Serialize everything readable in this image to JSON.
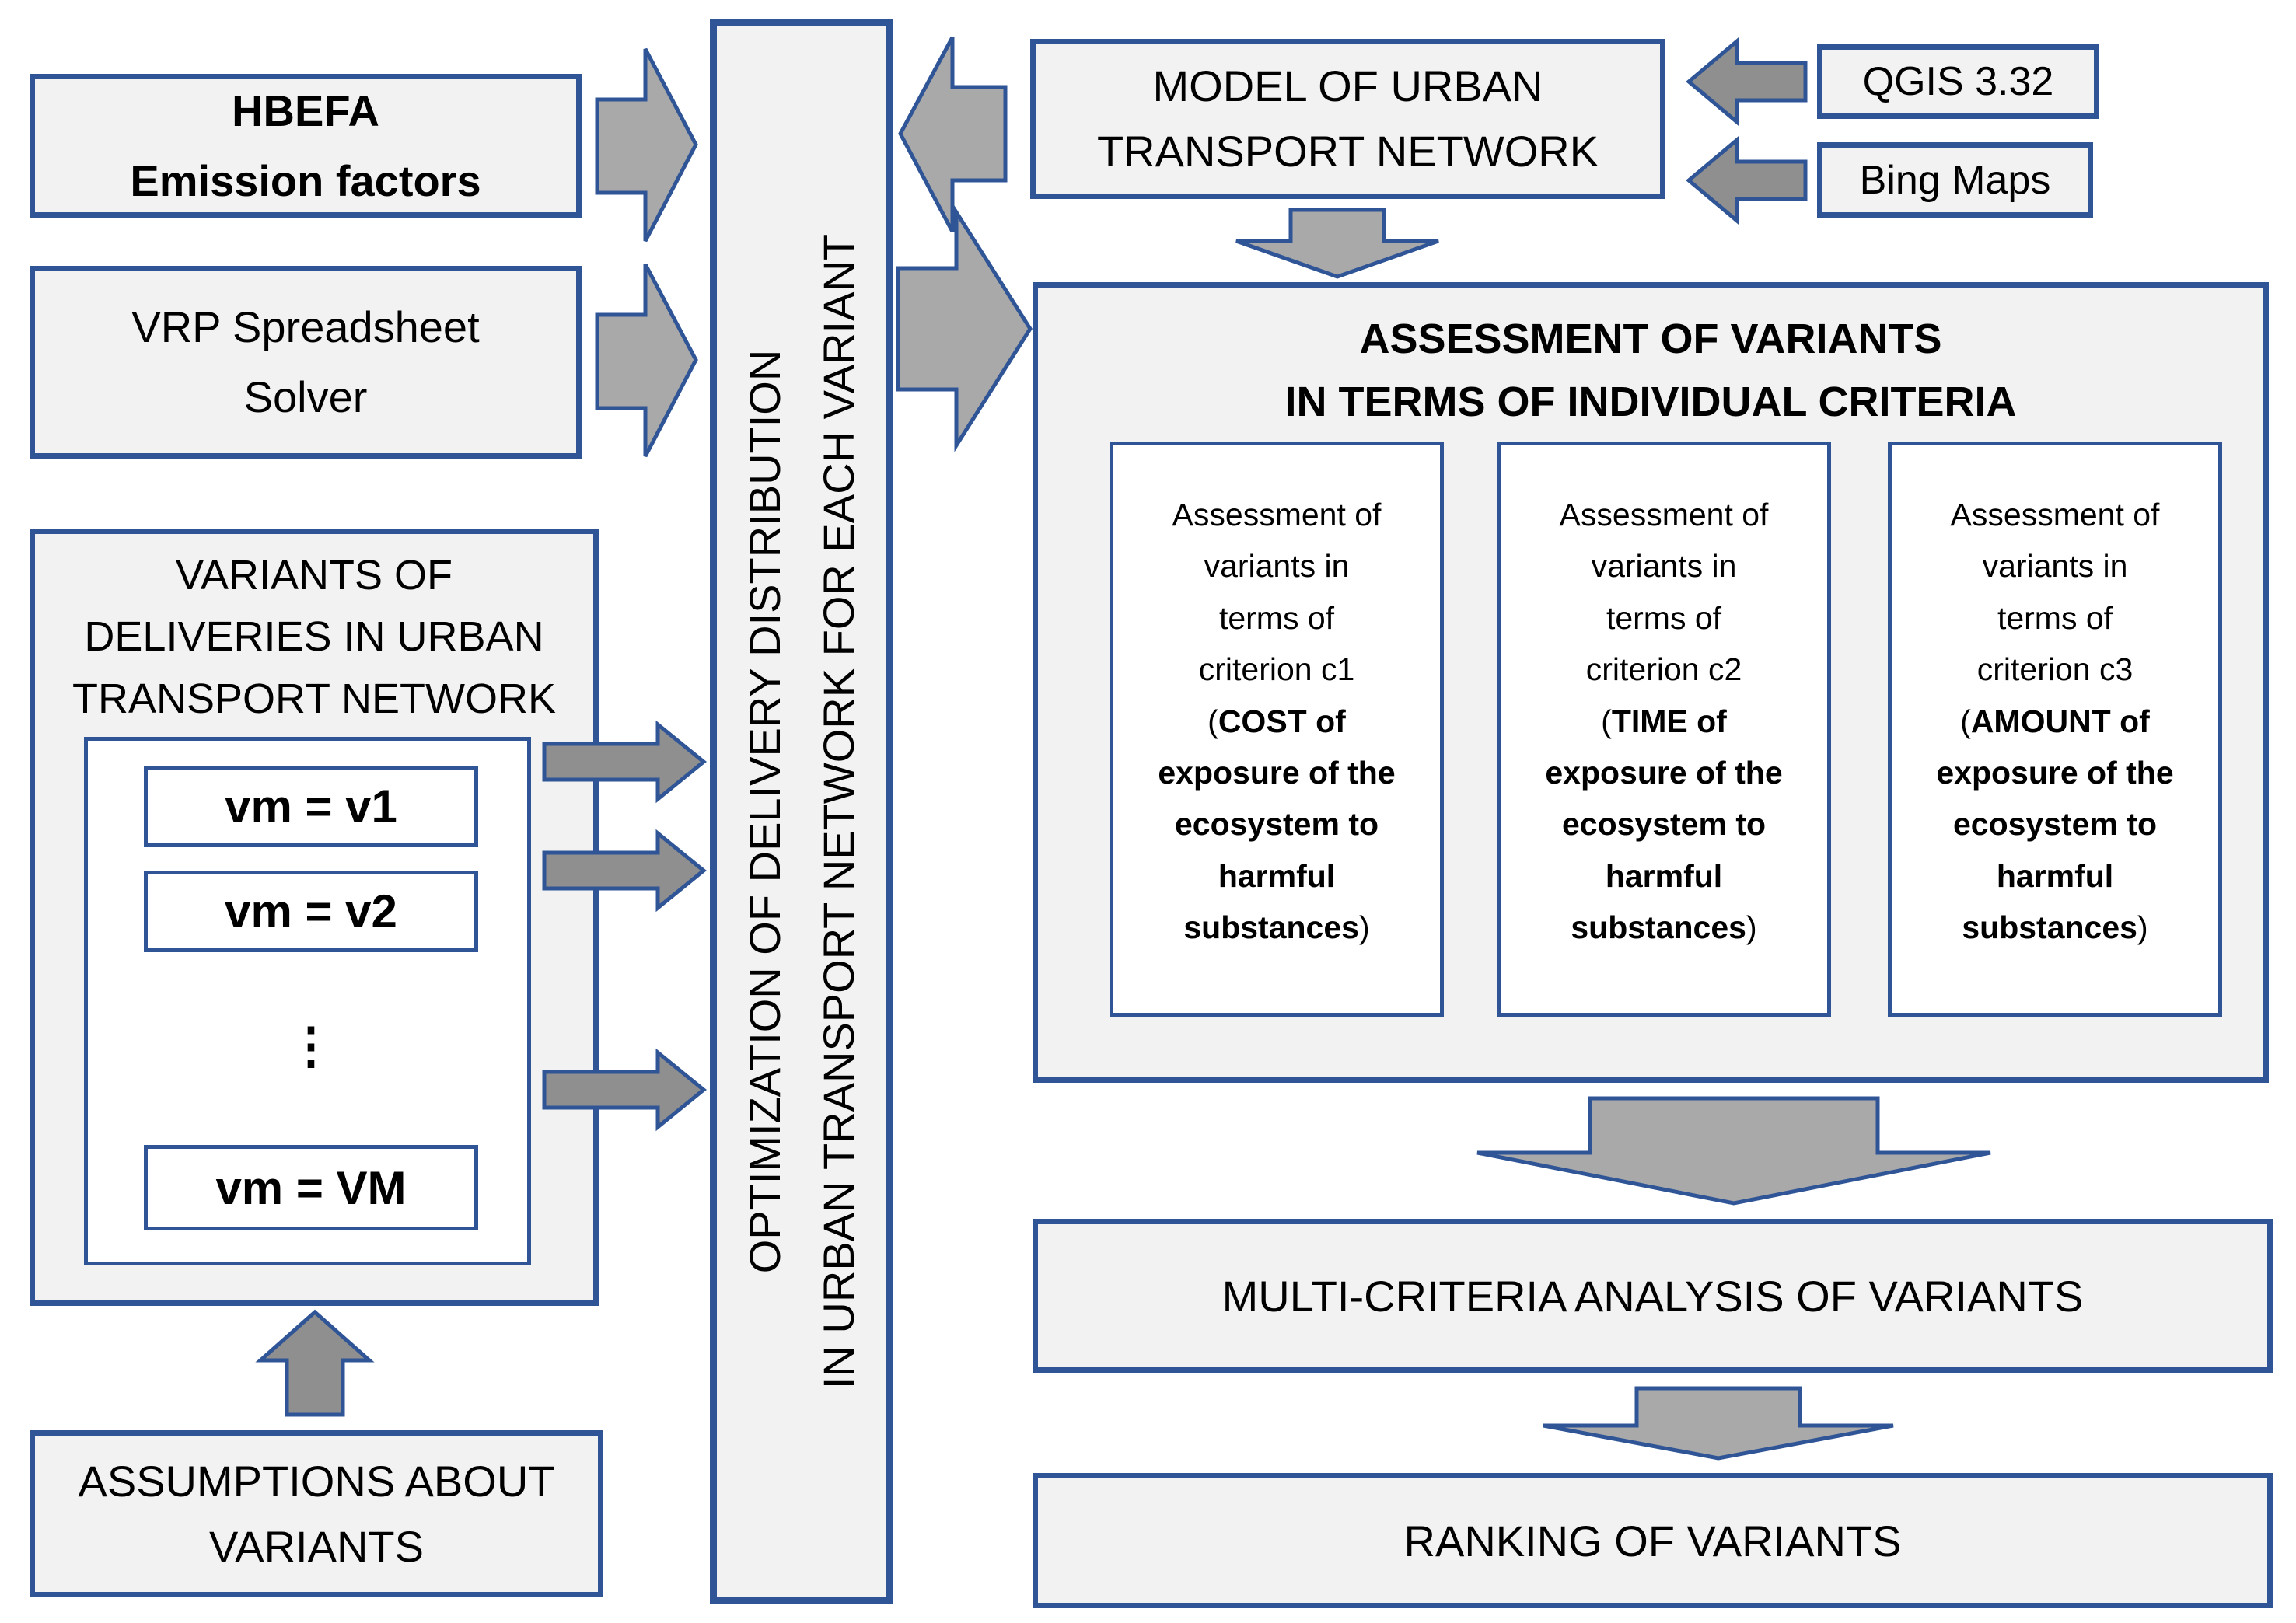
{
  "colors": {
    "border_blue": "#2f5597",
    "box_fill_gray": "#f2f2f2",
    "box_fill_white": "#ffffff",
    "arrow_gray_large": "#a9a9a9",
    "arrow_gray_small": "#8f8f8f",
    "text": "#000000"
  },
  "left_column": {
    "hbefa": {
      "lines": [
        "HBEFA",
        "Emission factors"
      ]
    },
    "vrp": {
      "lines": [
        "VRP Spreadsheet",
        "Solver"
      ]
    },
    "variants": {
      "title_lines": [
        "VARIANTS OF",
        "DELIVERIES IN URBAN",
        "TRANSPORT NETWORK"
      ],
      "items": [
        "vm = v1",
        "vm = v2",
        "⋮",
        "vm = VM"
      ]
    },
    "assumptions": {
      "lines": [
        "ASSUMPTIONS ABOUT",
        "VARIANTS"
      ]
    }
  },
  "center": {
    "optimization": {
      "lines": [
        "OPTIMIZATION OF DELIVERY DISTRIBUTION",
        "IN URBAN TRANSPORT NETWORK FOR EACH VARIANT"
      ]
    }
  },
  "right_column": {
    "model": {
      "lines": [
        "MODEL OF URBAN",
        "TRANSPORT NETWORK"
      ]
    },
    "qgis": {
      "label": "QGIS 3.32"
    },
    "bing": {
      "label": "Bing Maps"
    },
    "assessment": {
      "title_lines": [
        "ASSESSMENT OF VARIANTS",
        "IN TERMS OF INDIVIDUAL CRITERIA"
      ],
      "criteria": [
        {
          "name": "criterion-c1",
          "lines": [
            [
              {
                "t": "Assessment of"
              }
            ],
            [
              {
                "t": "variants in"
              }
            ],
            [
              {
                "t": "terms of"
              }
            ],
            [
              {
                "t": "criterion c1"
              }
            ],
            [
              {
                "t": "("
              },
              {
                "t": "COST of",
                "b": 1
              }
            ],
            [
              {
                "t": "exposure of the",
                "b": 1
              }
            ],
            [
              {
                "t": "ecosystem to",
                "b": 1
              }
            ],
            [
              {
                "t": "harmful",
                "b": 1
              }
            ],
            [
              {
                "t": "substances",
                "b": 1
              },
              {
                "t": ")"
              }
            ]
          ]
        },
        {
          "name": "criterion-c2",
          "lines": [
            [
              {
                "t": "Assessment of"
              }
            ],
            [
              {
                "t": "variants in"
              }
            ],
            [
              {
                "t": "terms of"
              }
            ],
            [
              {
                "t": "criterion c2"
              }
            ],
            [
              {
                "t": "("
              },
              {
                "t": "TIME of",
                "b": 1
              }
            ],
            [
              {
                "t": "exposure of the",
                "b": 1
              }
            ],
            [
              {
                "t": "ecosystem to",
                "b": 1
              }
            ],
            [
              {
                "t": "harmful",
                "b": 1
              }
            ],
            [
              {
                "t": "substances",
                "b": 1
              },
              {
                "t": ")"
              }
            ]
          ]
        },
        {
          "name": "criterion-c3",
          "lines": [
            [
              {
                "t": "Assessment of"
              }
            ],
            [
              {
                "t": "variants in"
              }
            ],
            [
              {
                "t": "terms of"
              }
            ],
            [
              {
                "t": "criterion c3"
              }
            ],
            [
              {
                "t": "("
              },
              {
                "t": "AMOUNT of",
                "b": 1
              }
            ],
            [
              {
                "t": "exposure of the",
                "b": 1
              }
            ],
            [
              {
                "t": "ecosystem to",
                "b": 1
              }
            ],
            [
              {
                "t": "harmful",
                "b": 1
              }
            ],
            [
              {
                "t": "substances",
                "b": 1
              },
              {
                "t": ")"
              }
            ]
          ]
        }
      ]
    },
    "multi_criteria": {
      "label": "MULTI-CRITERIA ANALYSIS OF VARIANTS"
    },
    "ranking": {
      "label": "RANKING OF VARIANTS"
    }
  },
  "arrows": {
    "hbefa_to_optimization": "right",
    "vrp_to_optimization": "right",
    "variant_to_optimization_1": "right",
    "variant_to_optimization_2": "right",
    "variant_to_optimization_3": "right",
    "assumptions_to_variants": "up",
    "model_to_optimization": "left",
    "qgis_to_model": "left",
    "bing_to_model": "left",
    "model_to_assessment": "down",
    "optimization_to_assessment": "right",
    "assessment_to_multicriteria": "down",
    "multicriteria_to_ranking": "down"
  }
}
